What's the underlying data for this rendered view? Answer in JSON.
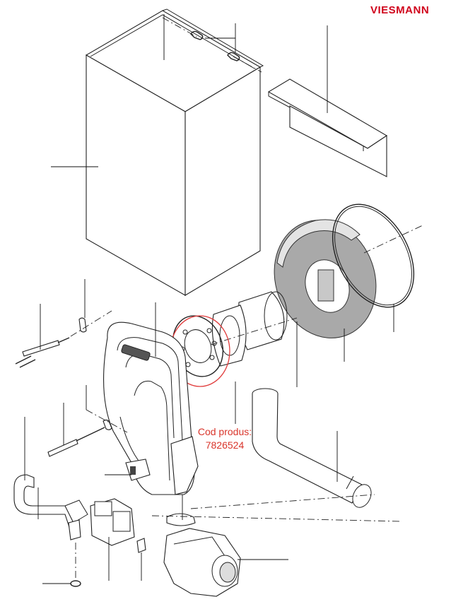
{
  "brand": {
    "name": "VIESMANN",
    "color": "#d0021b"
  },
  "callout": {
    "line1": "Cod produs:",
    "line2": "7826524",
    "color": "#d9352b"
  },
  "highlight": {
    "color": "#e03a3a",
    "marks": "gasket (product code callout)"
  }
}
